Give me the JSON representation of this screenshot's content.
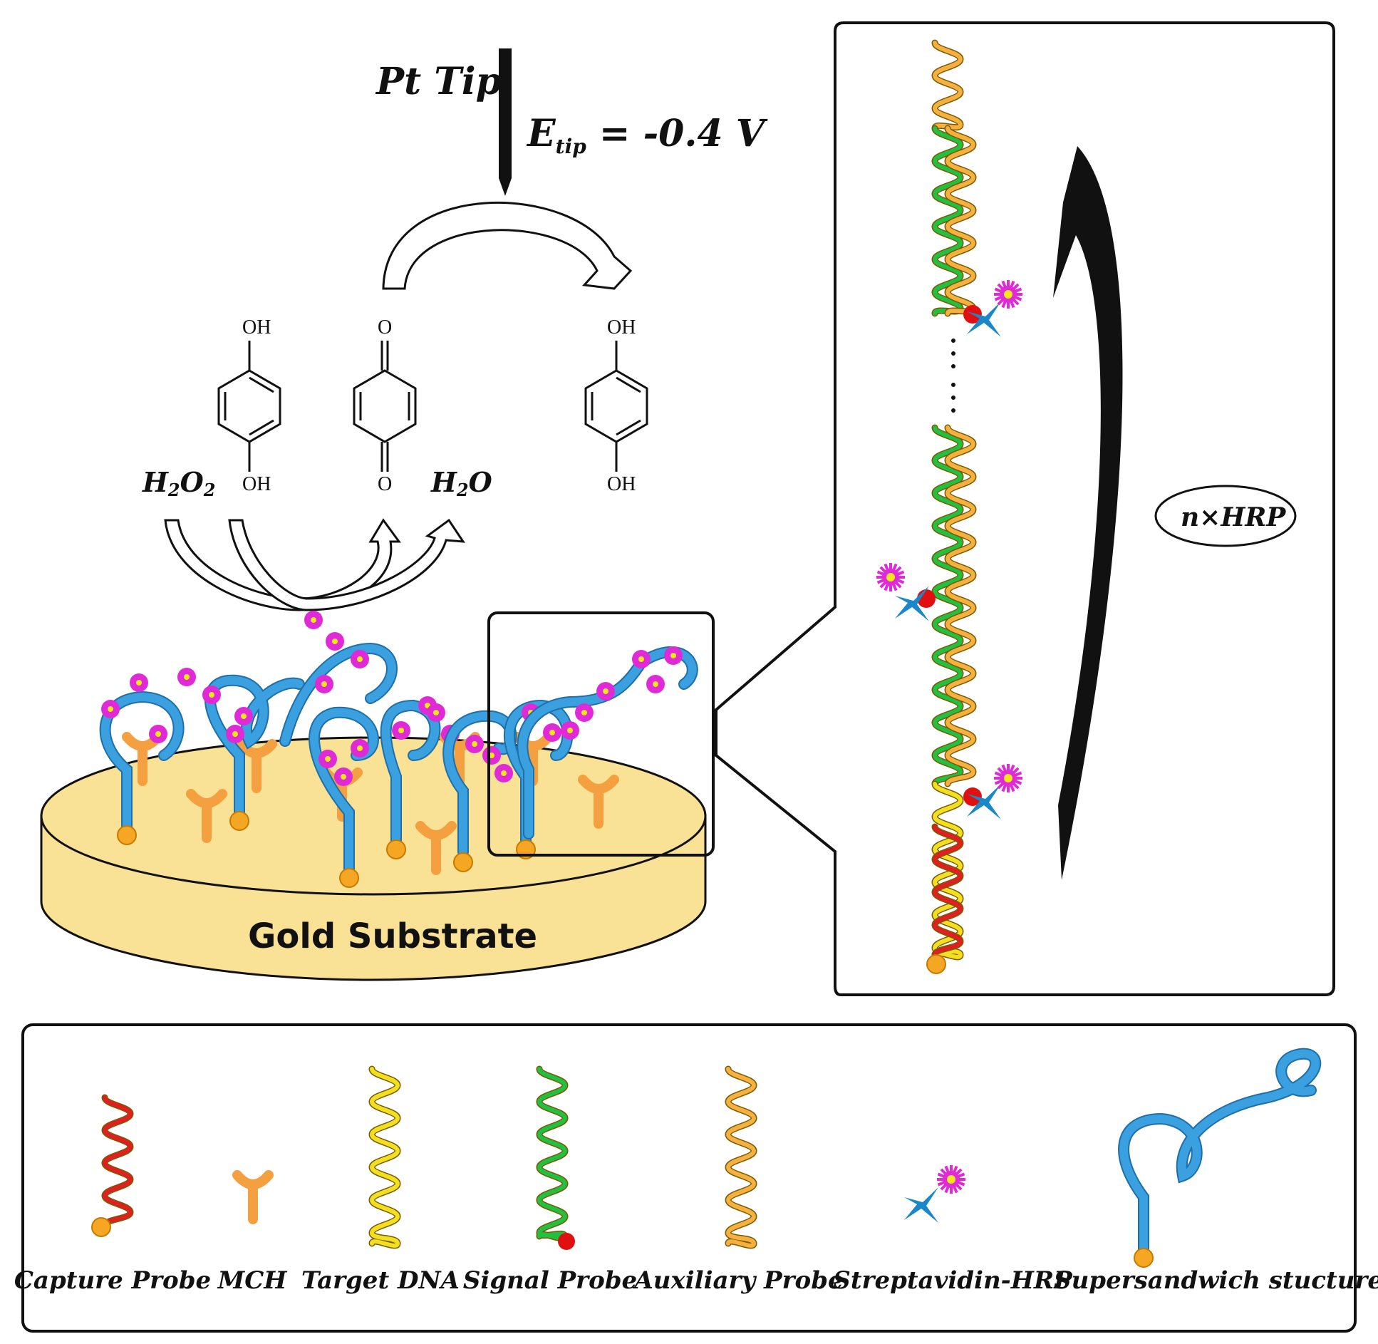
{
  "tip": {
    "label": "Pt Tip",
    "potential_main": "E",
    "potential_sub": "tip",
    "potential_value": " = -0.4 V"
  },
  "chemistry": {
    "oh": "OH",
    "o": "O",
    "h2o2_main": "H",
    "h2o2_sub": "2",
    "h2o2_main2": "O",
    "h2o2_sub2": "2",
    "h2o_main": "H",
    "h2o_sub": "2",
    "h2o_main2": "O"
  },
  "substrate": {
    "label": "Gold Substrate"
  },
  "amplification": {
    "label": "n×HRP"
  },
  "legend": {
    "items": [
      {
        "label": "Capture Probe",
        "color": "#e02020"
      },
      {
        "label": "MCH",
        "color": "#f5a040"
      },
      {
        "label": "Target DNA",
        "color": "#f2e020"
      },
      {
        "label": "Signal Probe",
        "color": "#22c040"
      },
      {
        "label": "Auxiliary Probe",
        "color": "#f5b040"
      },
      {
        "label": "Streptavidin-HRP",
        "color": "#1a88c8"
      },
      {
        "label": "Supersandwich stucture",
        "color": "#3aa0e0"
      }
    ]
  },
  "colors": {
    "capture": "#e02020",
    "target": "#f2e020",
    "signal": "#22c040",
    "auxiliary": "#f5b040",
    "ribbon": "#3aa0e0",
    "gold": "#f9e196",
    "magenta": "#e02ad8",
    "bead": "#f5a623"
  }
}
